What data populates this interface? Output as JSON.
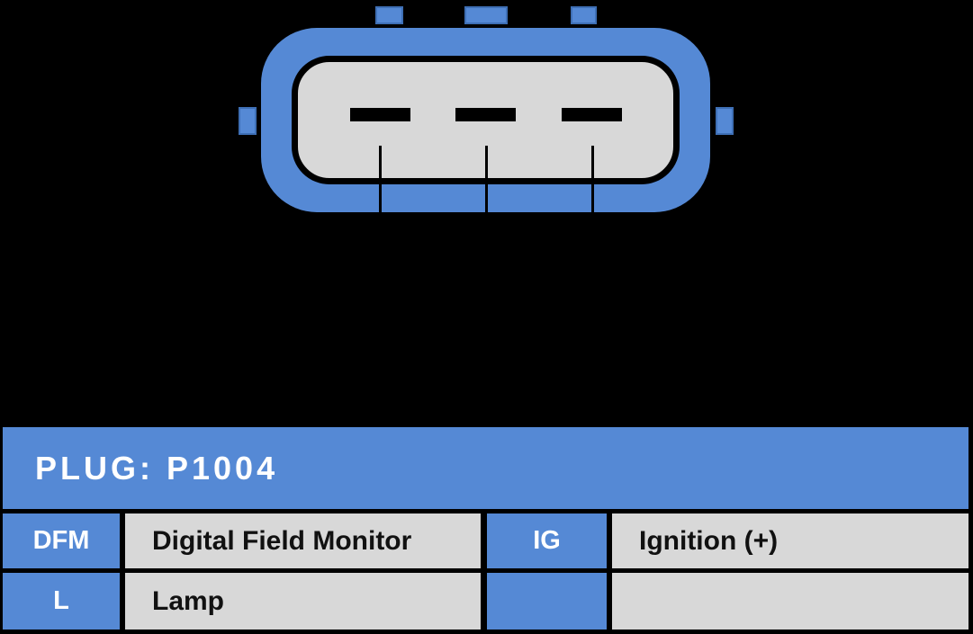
{
  "colors": {
    "background": "#000000",
    "accent_blue": "#5589d5",
    "tab_border_blue": "#3e6fb5",
    "panel_gray": "#d8d8d8",
    "text_white": "#ffffff",
    "text_black": "#111111"
  },
  "connector": {
    "type": "3-pin oval plug face, front view",
    "pin_count": 3,
    "top_tab_count": 3,
    "side_tab_count": 2
  },
  "table": {
    "title": "PLUG: P1004",
    "rows": [
      {
        "abbr1": "DFM",
        "desc1": "Digital Field Monitor",
        "abbr2": "IG",
        "desc2": "Ignition (+)"
      },
      {
        "abbr1": "L",
        "desc1": "Lamp",
        "abbr2": "",
        "desc2": ""
      }
    ]
  }
}
